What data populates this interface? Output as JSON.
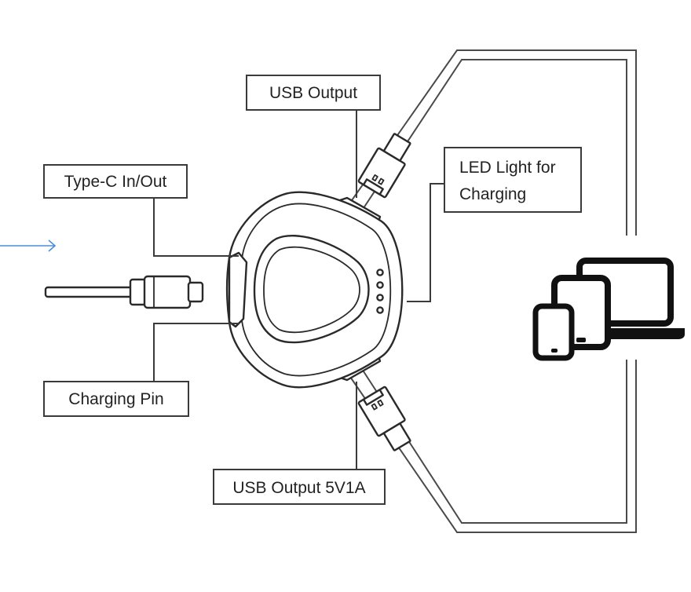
{
  "labels": {
    "usb_output": "USB Output",
    "led_line1": "LED Light for",
    "led_line2": "Charging",
    "type_c": "Type-C In/Out",
    "charging_pin": "Charging Pin",
    "usb_output_5v1a": "USB Output 5V1A"
  },
  "colors": {
    "line": "#3a3a3a",
    "arrow": "#4a8fd8",
    "devices": "#111111"
  },
  "icons": {
    "devices": "laptop-tablet-phone-icon",
    "arrow": "arrow-right-icon"
  }
}
